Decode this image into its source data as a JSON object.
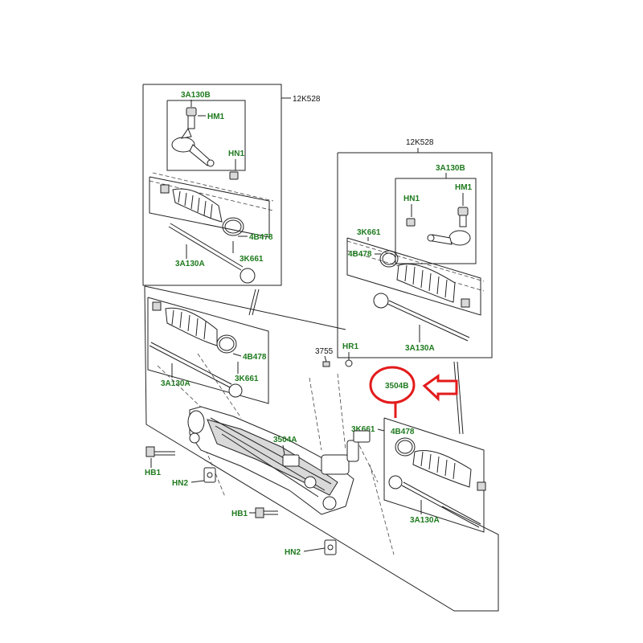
{
  "groups": {
    "top_left": "12K528",
    "right": "12K528"
  },
  "labels": {
    "tl_3a130b": "3A130B",
    "tl_hm1": "HM1",
    "tl_hn1": "HN1",
    "tl_4b478": "4B478",
    "tl_3k661": "3K661",
    "tl_3a130a": "3A130A",
    "r_3a130b": "3A130B",
    "r_hm1": "HM1",
    "r_hn1": "HN1",
    "r_3k661": "3K661",
    "r_4b478": "4B478",
    "r_3a130a": "3A130A",
    "m_4b478": "4B478",
    "m_3a130a": "3A130A",
    "m_3k661": "3K661",
    "m_3755": "3755",
    "m_hr1": "HR1",
    "m_3504b": "3504B",
    "m_3504a": "3504A",
    "m_3k661_b": "3K661",
    "m_4b478_b": "4B478",
    "m_3a130a_b": "3A130A",
    "m_hb1": "HB1",
    "m_hn2": "HN2",
    "m_hb1_b": "HB1",
    "m_hn2_b": "HN2"
  },
  "highlight": {
    "color": "#e31b1b",
    "target": "3504B"
  },
  "colors": {
    "label": "#1e7a1e",
    "line": "#222222"
  }
}
